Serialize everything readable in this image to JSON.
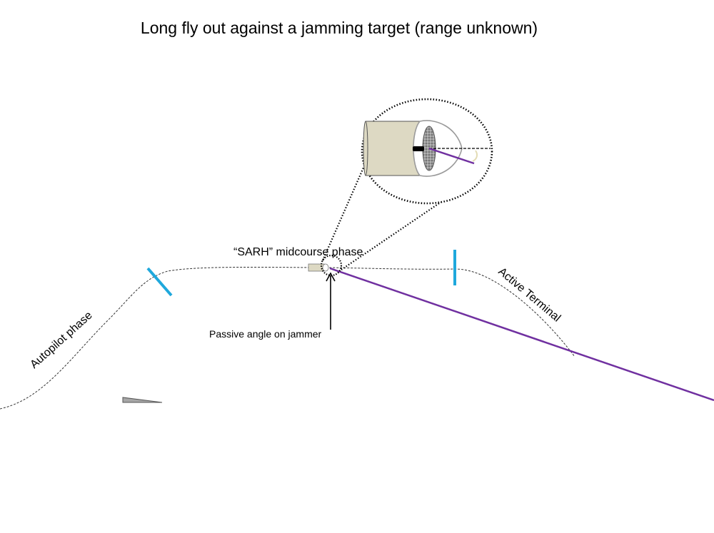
{
  "title": "Long fly out against a jamming target (range unknown)",
  "labels": {
    "midcourse": "“SARH” midcourse phase",
    "autopilot": "Autopilot phase",
    "terminal": "Active Terminal",
    "passive": "Passive angle on jammer"
  },
  "colors": {
    "phase_marker": "#1fa8dc",
    "jammer_line": "#7030a0",
    "missile_body": "#ddd9c3",
    "seeker_dish": "#8c8c8c",
    "launcher": "#a6a6a6"
  }
}
